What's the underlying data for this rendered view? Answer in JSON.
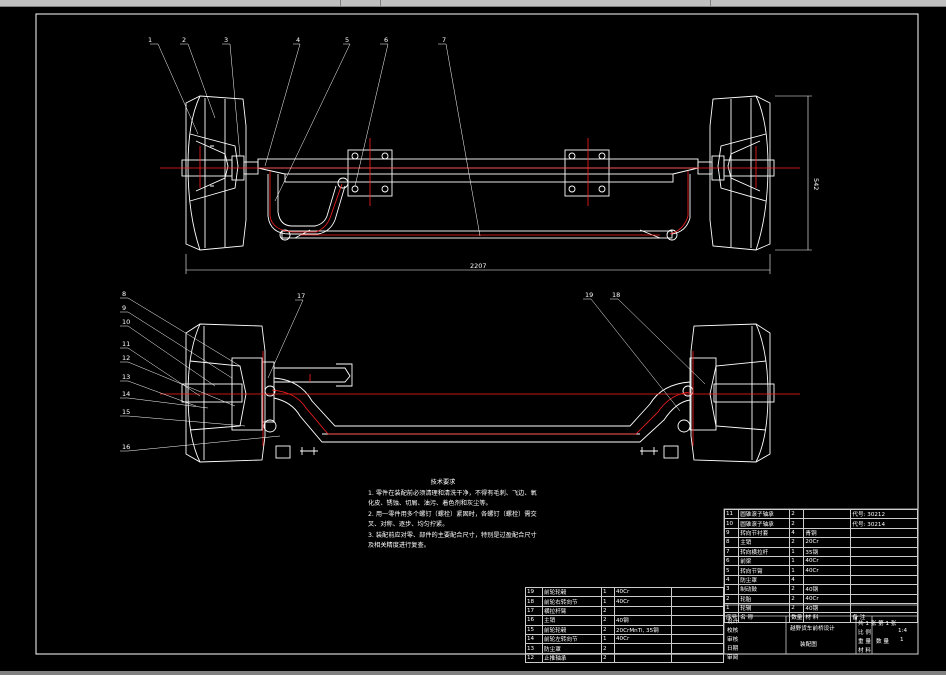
{
  "callouts_top": [
    "1",
    "2",
    "3",
    "4",
    "5",
    "6",
    "7"
  ],
  "callouts_bottom_left": [
    "8",
    "9",
    "10",
    "11",
    "12",
    "13",
    "14",
    "15",
    "16"
  ],
  "callouts_bottom_center": [
    "17"
  ],
  "callouts_bottom_right": [
    "18",
    "19"
  ],
  "dimensions": {
    "overall_width": "2207",
    "rim_height": "542"
  },
  "notes": {
    "title": "技术要求",
    "lines": [
      "1. 零件在装配前必须清理和清洗干净，不得有毛刺、飞边、氧化皮、锈蚀、切屑、油污、着色剂和灰尘等。",
      "2. 用一零件用多个螺钉（螺栓）紧固时，各螺钉（螺栓）需交叉、对称、逐步、均匀拧紧。",
      "3. 装配前应对零、部件的主要配合尺寸，特别是过盈配合尺寸及相关精度进行复查。"
    ]
  },
  "bom_left": [
    {
      "no": "19",
      "name": "前轮轮毂",
      "qty": "1",
      "mat": "40Cr"
    },
    {
      "no": "18",
      "name": "前轮右转向节",
      "qty": "1",
      "mat": "40Cr"
    },
    {
      "no": "17",
      "name": "横拉杆臂",
      "qty": "2",
      "mat": ""
    },
    {
      "no": "16",
      "name": "主销",
      "qty": "2",
      "mat": "40钢"
    },
    {
      "no": "15",
      "name": "前轮轮毂",
      "qty": "2",
      "mat": "20CrMnTi, 35钢"
    },
    {
      "no": "14",
      "name": "前轮左转向节",
      "qty": "1",
      "mat": "40Cr"
    },
    {
      "no": "13",
      "name": "防尘罩",
      "qty": "2",
      "mat": ""
    },
    {
      "no": "12",
      "name": "止推轴承",
      "qty": "2",
      "mat": ""
    }
  ],
  "bom_right": [
    {
      "no": "11",
      "name": "圆锥滚子轴承",
      "qty": "2",
      "mat": ""
    },
    {
      "no": "10",
      "name": "圆锥滚子轴承",
      "qty": "2",
      "mat": ""
    },
    {
      "no": "9",
      "name": "转向节衬套",
      "qty": "4",
      "mat": "青铜"
    },
    {
      "no": "8",
      "name": "主销",
      "qty": "2",
      "mat": "20Cr"
    },
    {
      "no": "7",
      "name": "转向横拉杆",
      "qty": "1",
      "mat": "35钢"
    },
    {
      "no": "6",
      "name": "前梁",
      "qty": "1",
      "mat": "40Cr"
    },
    {
      "no": "5",
      "name": "转向节臂",
      "qty": "1",
      "mat": "40Cr"
    },
    {
      "no": "4",
      "name": "防尘罩",
      "qty": "4",
      "mat": ""
    },
    {
      "no": "3",
      "name": "制动鼓",
      "qty": "2",
      "mat": "40钢"
    },
    {
      "no": "2",
      "name": "轮胎",
      "qty": "2",
      "mat": "40Cr"
    },
    {
      "no": "1",
      "name": "轮辋",
      "qty": "2",
      "mat": "40钢"
    }
  ],
  "bearing_notes": {
    "bearing_a": "代号: 30212",
    "bearing_b": "代号: 30214"
  },
  "bom_header": {
    "no": "序号",
    "name": "名  称",
    "qty": "数量",
    "mat": "材  料",
    "remark": "备  注"
  },
  "title_block": {
    "design": "设计",
    "check": "校核",
    "review": "审核",
    "date": "日期",
    "approve": "审阅",
    "project": "越野货车前桥设计",
    "drawing": "装配图",
    "sheet": "共 1 张  第 1 张",
    "scale_label": "比 例",
    "scale": "1:4",
    "weight_label": "重 量",
    "qty_label": "数 量",
    "qty": "1",
    "material_label": "材 料"
  },
  "colors": {
    "background": "#000000",
    "line": "#ffffff",
    "centerline": "#ff2020"
  }
}
